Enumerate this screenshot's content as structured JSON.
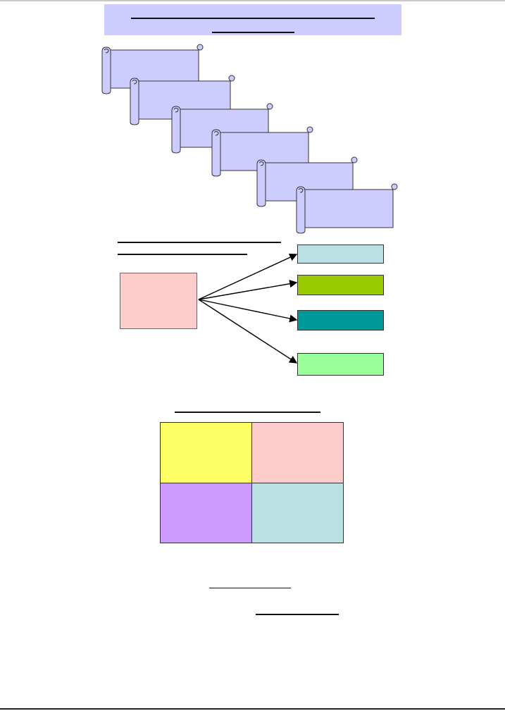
{
  "colors": {
    "banner": "#ccccff",
    "scroll_fill": "#ccccff",
    "hub": "#ffcccc",
    "branch_1": "#bbe0e3",
    "branch_2": "#99cc00",
    "branch_3": "#009999",
    "branch_4": "#99ff99",
    "quadrant_top_left": "#ffff66",
    "quadrant_top_right": "#ffcccc",
    "quadrant_bottom_left": "#cc99ff",
    "quadrant_bottom_right": "#bbe0e3"
  },
  "icons": {
    "scroll": "scroll-shape"
  },
  "scrolls": [
    {
      "count_hint": "step-1"
    },
    {
      "count_hint": "step-2"
    },
    {
      "count_hint": "step-3"
    },
    {
      "count_hint": "step-4"
    },
    {
      "count_hint": "step-5"
    },
    {
      "count_hint": "step-6"
    }
  ]
}
